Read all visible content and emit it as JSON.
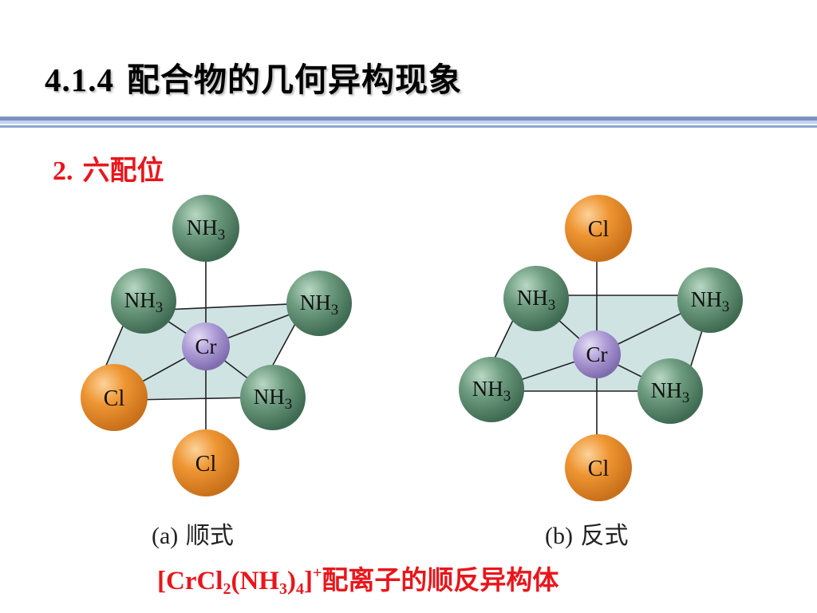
{
  "title": {
    "number": "4.1.4",
    "text": "配合物的几何异构现象"
  },
  "subtitle": {
    "number": "2.",
    "text": "六配位"
  },
  "figures": [
    {
      "caption_tag": "(a)",
      "caption_text": "顺式",
      "atoms": {
        "top": "NH3",
        "back_left": "NH3",
        "back_right": "NH3",
        "center": "Cr",
        "front_left": "Cl",
        "front_right": "NH3",
        "bottom": "Cl"
      }
    },
    {
      "caption_tag": "(b)",
      "caption_text": "反式",
      "atoms": {
        "top": "Cl",
        "back_left": "NH3",
        "back_right": "NH3",
        "center": "Cr",
        "front_left": "NH3",
        "front_right": "NH3",
        "bottom": "Cl"
      }
    }
  ],
  "footer": {
    "formula": {
      "open": "[CrCl",
      "sub1": "2",
      "mid": "(NH",
      "sub2": "3",
      "close": ")",
      "sub3": "4",
      "bracket": "]",
      "charge": "+"
    },
    "text": "配离子的顺反异构体"
  },
  "colors": {
    "title_text": "#000000",
    "accent_red": "#e8161c",
    "bar_dark": "#6f86b4",
    "bar_light": "#b9c8e6",
    "nh3_ball": "#5e8c72",
    "cl_ball": "#e8902c",
    "cr_ball": "#a896cf",
    "plane_fill": "#cfe3e3"
  },
  "ball_labels": {
    "nh3": "NH3",
    "cl": "Cl",
    "cr": "Cr"
  }
}
